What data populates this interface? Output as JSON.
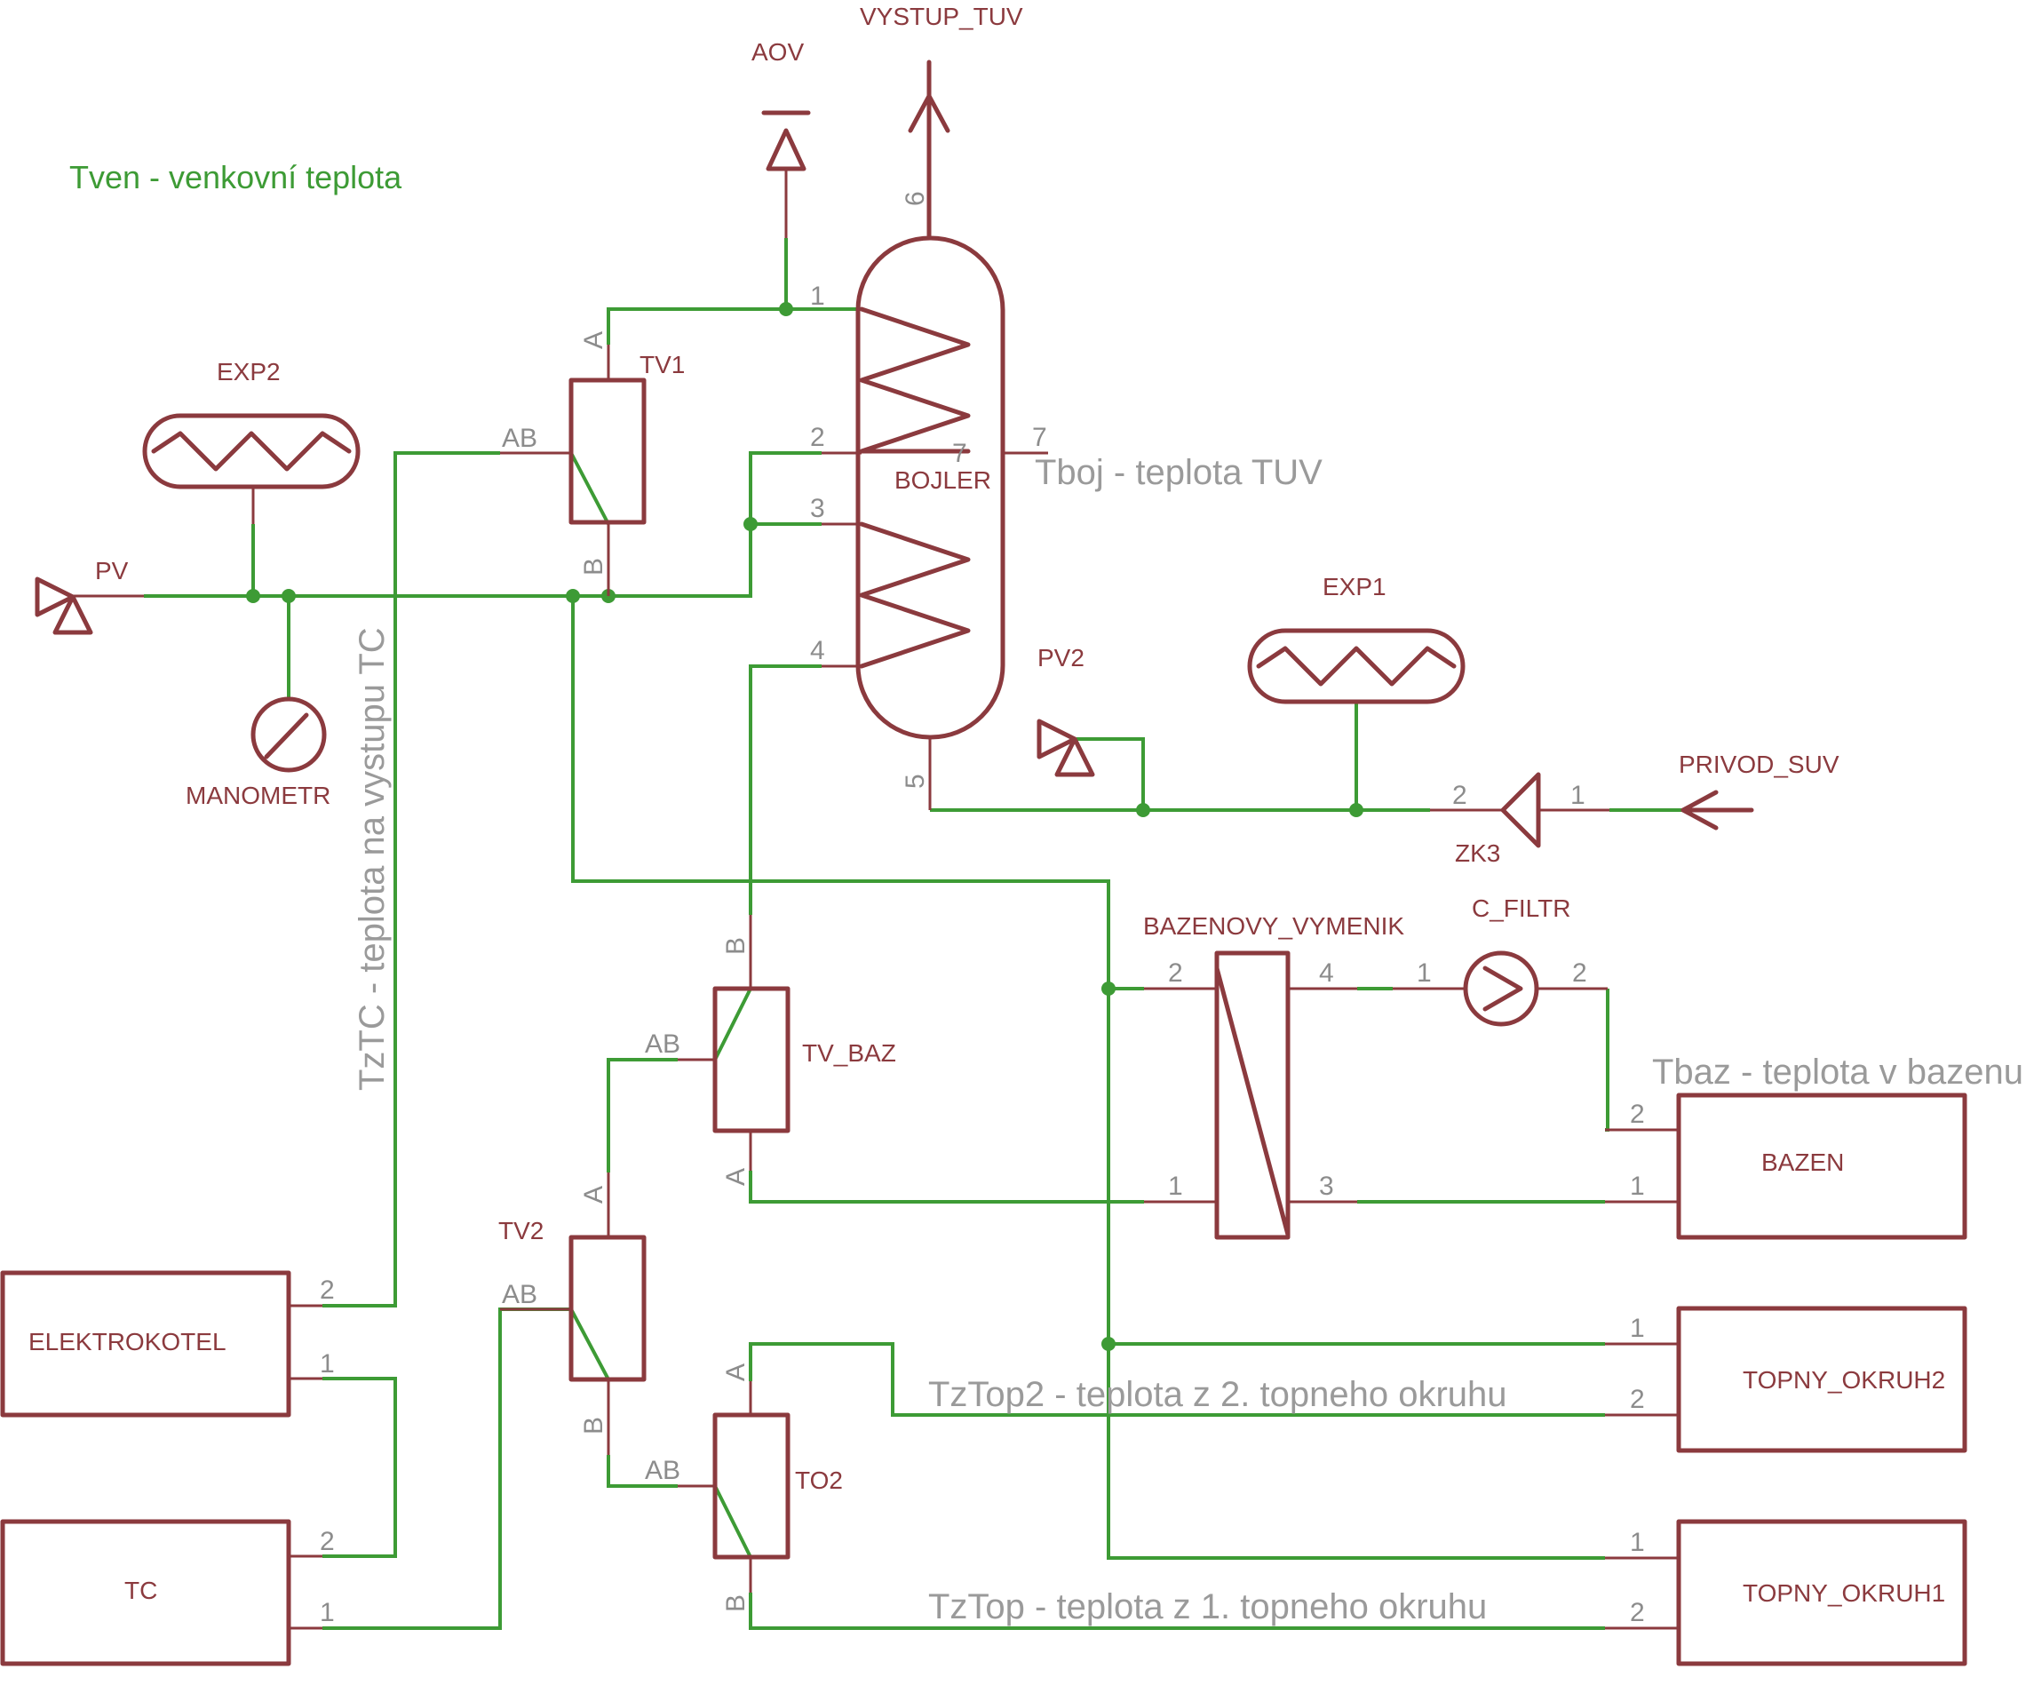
{
  "colors": {
    "symbol": "#8b3a3e",
    "wire": "#3d9b35",
    "pin_label": "#8c8c8c",
    "note": "#9a9a9a",
    "note_green": "#3d9b35",
    "background": "#ffffff"
  },
  "components": {
    "aov": "AOV",
    "vystup_tuv": "VYSTUP_TUV",
    "exp2": "EXP2",
    "tv1": "TV1",
    "pv": "PV",
    "bojler": "BOJLER",
    "manometr": "MANOMETR",
    "exp1": "EXP1",
    "pv2": "PV2",
    "privod_suv": "PRIVOD_SUV",
    "zk3": "ZK3",
    "bazenovy_vymenik": "BAZENOVY_VYMENIK",
    "c_filtr": "C_FILTR",
    "tv_baz": "TV_BAZ",
    "bazen": "BAZEN",
    "tv2": "TV2",
    "elektrokotel": "ELEKTROKOTEL",
    "topny_okruh2": "TOPNY_OKRUH2",
    "to2": "TO2",
    "tc": "TC",
    "topny_okruh1": "TOPNY_OKRUH1"
  },
  "pins": {
    "bojler": [
      "1",
      "2",
      "3",
      "4",
      "5",
      "6",
      "7",
      "7"
    ],
    "tv1": [
      "A",
      "AB",
      "B"
    ],
    "zk3": [
      "2",
      "1"
    ],
    "tv_baz": [
      "B",
      "AB",
      "A"
    ],
    "vymenik": [
      "2",
      "4",
      "1",
      "3"
    ],
    "c_filtr": [
      "1",
      "2"
    ],
    "bazen": [
      "2",
      "1"
    ],
    "tv2": [
      "A",
      "AB",
      "B"
    ],
    "elektrokotel": [
      "2",
      "1"
    ],
    "topny_okruh2": [
      "1",
      "2"
    ],
    "to2": [
      "A",
      "AB",
      "B"
    ],
    "tc": [
      "2",
      "1"
    ],
    "topny_okruh1": [
      "1",
      "2"
    ]
  },
  "notes": {
    "tven": "Tven - venkovní teplota",
    "tboj": "Tboj - teplota TUV",
    "tztc": "TzTC - teplota na vystupu TC",
    "tbaz": "Tbaz - teplota v bazenu",
    "tztop2": "TzTop2 - teplota z 2. topneho okruhu",
    "tztop": "TzTop - teplota z 1. topneho okruhu"
  }
}
